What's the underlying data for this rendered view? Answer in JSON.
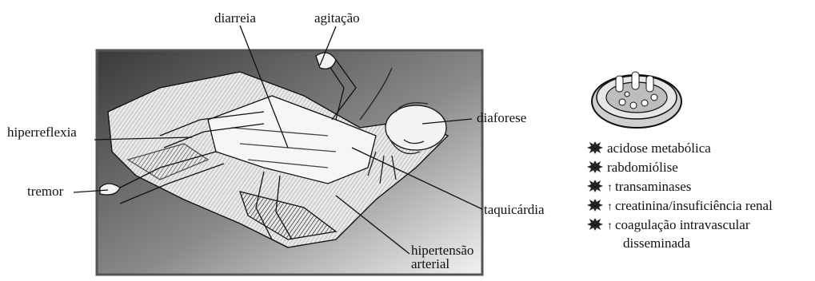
{
  "labels": {
    "diarreia": "diarreia",
    "agitacao": "agitação",
    "diaforese": "diaforese",
    "hiperreflexia": "hiperreflexia",
    "tremor": "tremor",
    "taquicardia": "taquicárdia",
    "hipertensao_line1": "hipertensão",
    "hipertensao_line2": "arterial"
  },
  "icons": {
    "pill_dish": "pill-dish-icon",
    "bullet": "burst-star-icon",
    "increase": "up-arrow-icon"
  },
  "findings": [
    {
      "text": "acidose metabólica",
      "increase": false
    },
    {
      "text": "rabdomiólise",
      "increase": false
    },
    {
      "text": "transaminases",
      "increase": true
    },
    {
      "text": "creatinina/insuficiência renal",
      "increase": true
    },
    {
      "text": "coagulação intravascular",
      "increase": true
    }
  ],
  "findings_continuation": "disseminada",
  "increase_symbol": "↑"
}
